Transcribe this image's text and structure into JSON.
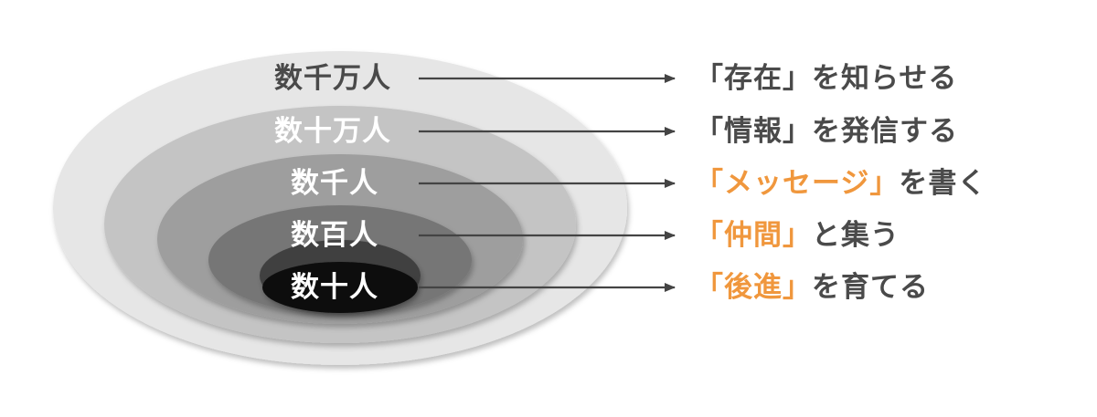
{
  "diagram": {
    "colors": {
      "ring1": "#e6e6e6",
      "ring2": "#c4c4c4",
      "ring3": "#9e9e9e",
      "ring4": "#767676",
      "ring5": "#404040",
      "core": "#111111",
      "arrow": "#444444",
      "text_dark": "#4a4a4a",
      "text_light": "#ffffff",
      "accent": "#f0973d"
    },
    "rows": [
      {
        "audience": "数千万人",
        "action_quoted": "「存在」",
        "action_rest": "を知らせる",
        "quoted_accent": false
      },
      {
        "audience": "数十万人",
        "action_quoted": "「情報」",
        "action_rest": "を発信する",
        "quoted_accent": false
      },
      {
        "audience": "数千人",
        "action_quoted": "「メッセージ」",
        "action_rest": "を書く",
        "quoted_accent": true
      },
      {
        "audience": "数百人",
        "action_quoted": "「仲間」",
        "action_rest": "と集う",
        "quoted_accent": true
      },
      {
        "audience": "数十人",
        "action_quoted": "「後進」",
        "action_rest": "を育てる",
        "quoted_accent": true
      }
    ]
  }
}
